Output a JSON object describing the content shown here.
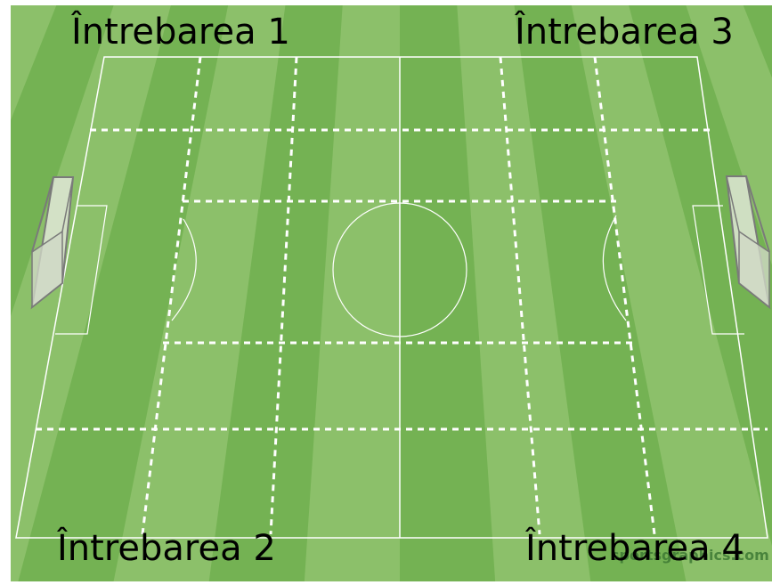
{
  "labels": {
    "top_left": "Întrebarea 1",
    "top_right": "Întrebarea 3",
    "bottom_left": "Întrebarea 2",
    "bottom_right": "Întrebarea 4"
  },
  "watermark": "sportsgraphics.com",
  "colors": {
    "stripe_light": "#8cc06a",
    "stripe_dark": "#74b253",
    "pitch_lines": "#ffffff",
    "goal_net": "#dfe6d6",
    "goal_frame": "#7a7a7a"
  },
  "icons": {
    "left_goal": "goal-icon",
    "right_goal": "goal-icon"
  }
}
